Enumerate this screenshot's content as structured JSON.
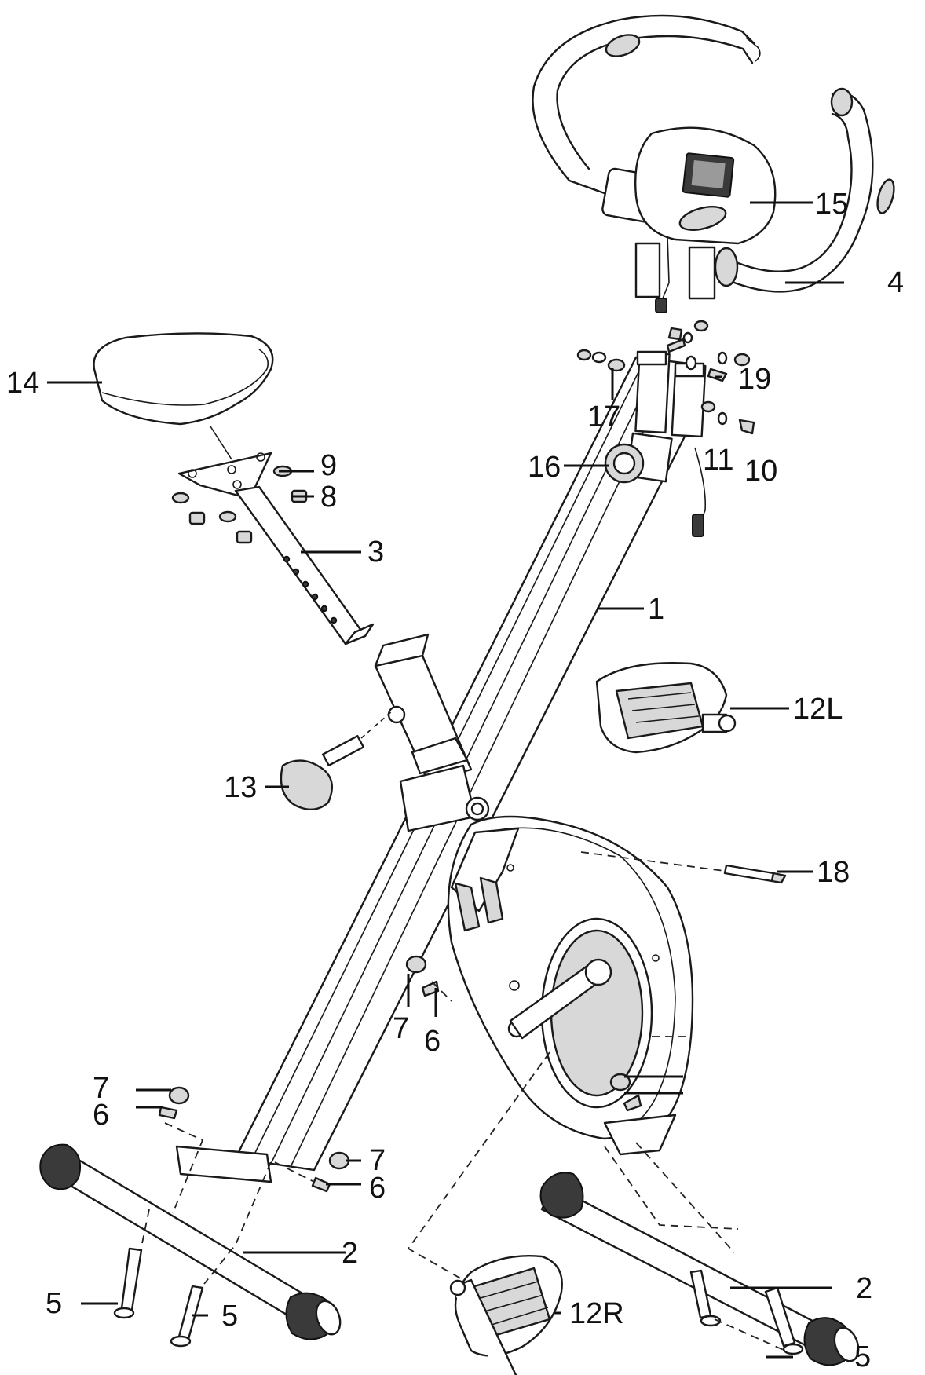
{
  "labels": {
    "l1": "1",
    "l2a": "2",
    "l2b": "2",
    "l3": "3",
    "l4": "4",
    "l5a": "5",
    "l5b": "5",
    "l5c": "5",
    "l6a": "6",
    "l6b": "6",
    "l6c": "6",
    "l7a": "7",
    "l7b": "7",
    "l7c": "7",
    "l8": "8",
    "l9": "9",
    "l10": "10",
    "l11": "11",
    "l12L": "12L",
    "l12R": "12R",
    "l13": "13",
    "l14": "14",
    "l15": "15",
    "l16": "16",
    "l17": "17",
    "l18": "18",
    "l19": "19"
  }
}
